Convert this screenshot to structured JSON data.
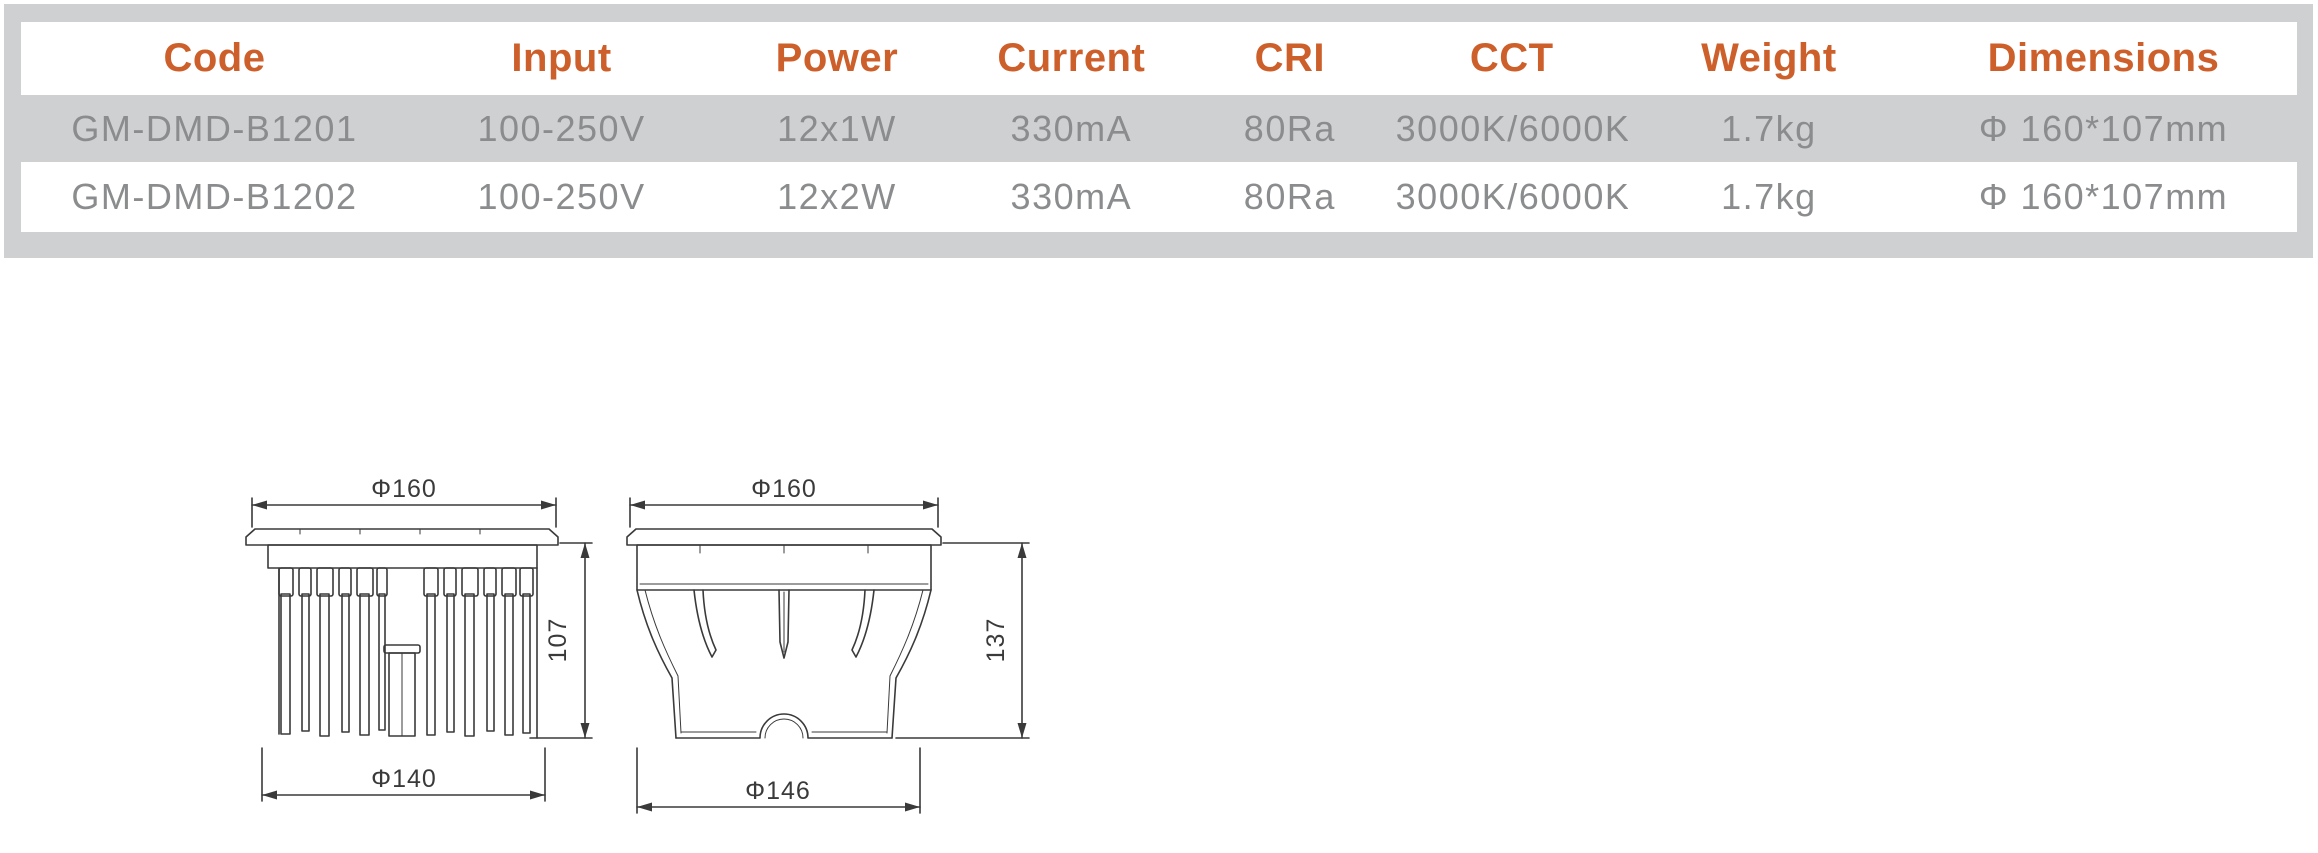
{
  "colors": {
    "accent_orange": "#cd5f2b",
    "panel_gray": "#cfd0d2",
    "data_text_gray": "#8a8c8e",
    "drawing_line": "#3a3a3a"
  },
  "table": {
    "headers": [
      "Code",
      "Input",
      "Power",
      "Current",
      "CRI",
      "CCT",
      "Weight",
      "Dimensions"
    ],
    "rows": [
      {
        "code": "GM-DMD-B1201",
        "input": "100-250V",
        "power": "12x1W",
        "current": "330mA",
        "cri": "80Ra",
        "cct": "3000K/6000K",
        "weight": "1.7kg",
        "dimensions": "Φ 160*107mm"
      },
      {
        "code": "GM-DMD-B1202",
        "input": "100-250V",
        "power": "12x2W",
        "current": "330mA",
        "cri": "80Ra",
        "cct": "3000K/6000K",
        "weight": "1.7kg",
        "dimensions": "Φ 160*107mm"
      }
    ]
  },
  "drawings": {
    "left": {
      "view": "fixture front view with heatsink fins",
      "top_diameter": "Φ160",
      "height": "107",
      "bottom_diameter": "Φ140"
    },
    "right": {
      "view": "embedded housing view",
      "top_diameter": "Φ160",
      "height": "137",
      "bottom_diameter": "Φ146"
    }
  }
}
